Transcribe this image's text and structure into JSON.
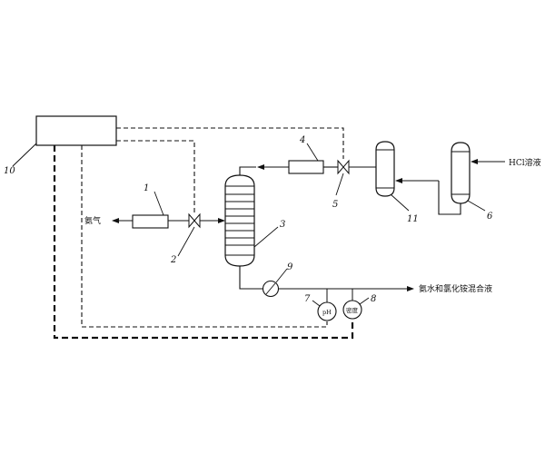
{
  "labels": {
    "controller": "10",
    "flowmeter_in": "1",
    "valve_in": "2",
    "absorber": "3",
    "flowmeter_out": "4",
    "valve_out": "5",
    "tank_a": "11",
    "tank_b": "6",
    "flow_sensor": "9",
    "ph_meter": "7",
    "density_meter": "8"
  },
  "streams": {
    "ammonia_inlet": "氨气",
    "hcl_inlet": "HCl溶液",
    "product_outlet": "氨水和氯化铵混合液"
  },
  "instruments": {
    "ph": "pH",
    "density": "密度"
  }
}
